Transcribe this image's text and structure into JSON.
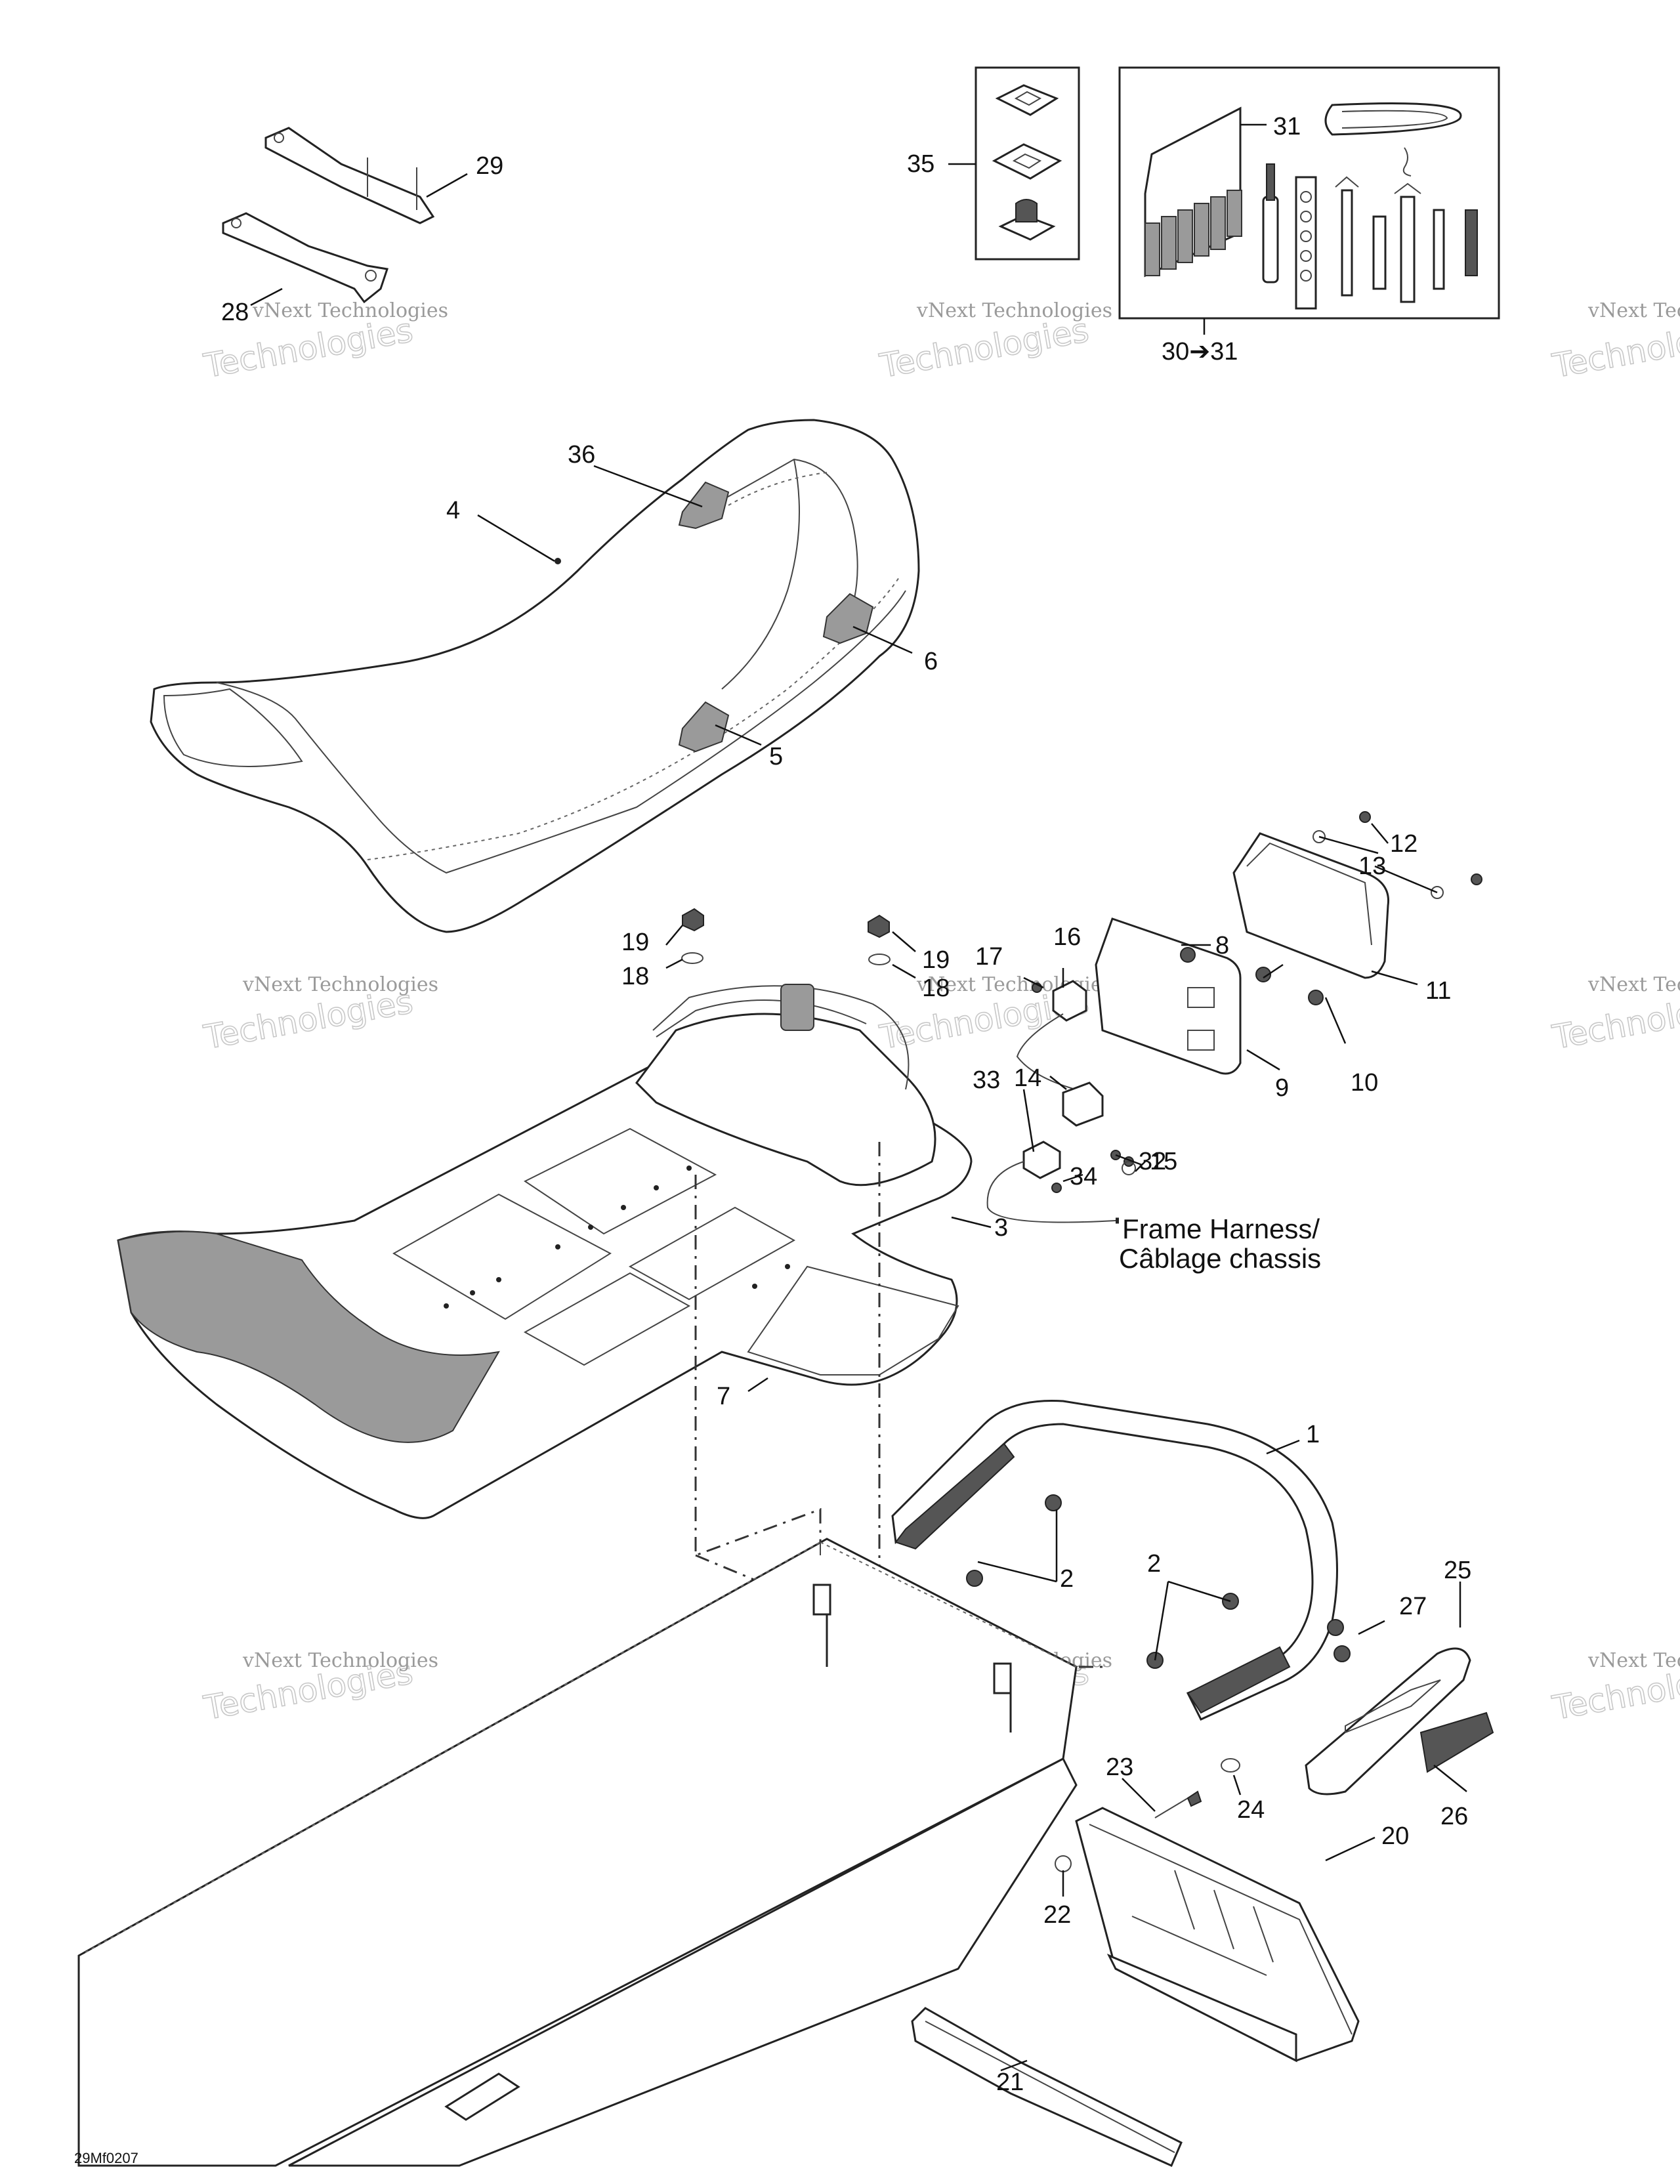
{
  "labels": {
    "l1": "1",
    "l2a": "2",
    "l2b": "2",
    "l3": "3",
    "l4": "4",
    "l5": "5",
    "l6": "6",
    "l7": "7",
    "l8": "8",
    "l9": "9",
    "l10": "10",
    "l11": "11",
    "l12": "12",
    "l13": "13",
    "l14": "14",
    "l15": "15",
    "l16": "16",
    "l17": "17",
    "l18a": "18",
    "l18b": "18",
    "l19a": "19",
    "l19b": "19",
    "l20": "20",
    "l21": "21",
    "l22": "22",
    "l23": "23",
    "l24": "24",
    "l25": "25",
    "l26": "26",
    "l27": "27",
    "l28": "28",
    "l29": "29",
    "l30": "30➔31",
    "l31": "31",
    "l32": "32",
    "l33": "33",
    "l34": "34",
    "l35": "35",
    "l36": "36"
  },
  "harness": {
    "line1": "Frame Harness/",
    "line2": "Câblage chassis"
  },
  "watermark": {
    "line1": "vNext Technologies",
    "line2": "Technologies"
  },
  "drawing_code": "29Mf0207"
}
